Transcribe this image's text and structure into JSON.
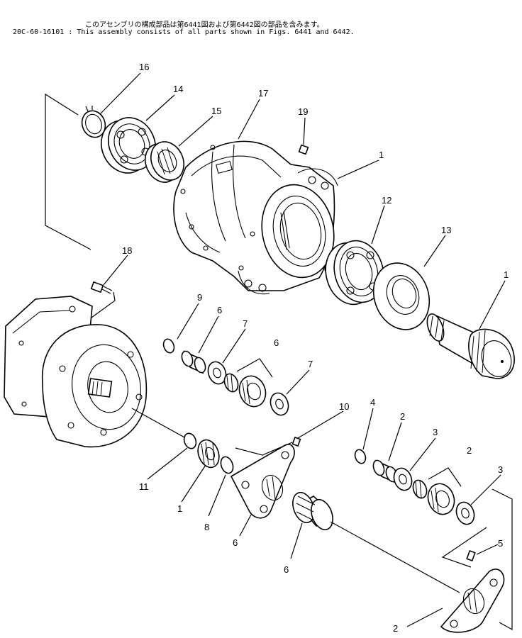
{
  "header": {
    "note_jp": "このアセンブリの構成部品は第6441図および第6442図の部品を含みます。",
    "note_en": "20C-60-16101 : This assembly consists of all parts shown in Figs. 6441 and 6442."
  },
  "callouts": [
    {
      "id": "c16",
      "label": "16"
    },
    {
      "id": "c14",
      "label": "14"
    },
    {
      "id": "c15",
      "label": "15"
    },
    {
      "id": "c17",
      "label": "17"
    },
    {
      "id": "c19",
      "label": "19"
    },
    {
      "id": "c1a",
      "label": "1"
    },
    {
      "id": "c12",
      "label": "12"
    },
    {
      "id": "c13",
      "label": "13"
    },
    {
      "id": "c1b",
      "label": "1"
    },
    {
      "id": "c18",
      "label": "18"
    },
    {
      "id": "c9",
      "label": "9"
    },
    {
      "id": "c6a",
      "label": "6"
    },
    {
      "id": "c7a",
      "label": "7"
    },
    {
      "id": "c6b",
      "label": "6"
    },
    {
      "id": "c7b",
      "label": "7"
    },
    {
      "id": "c10",
      "label": "10"
    },
    {
      "id": "c4",
      "label": "4"
    },
    {
      "id": "c2a",
      "label": "2"
    },
    {
      "id": "c3a",
      "label": "3"
    },
    {
      "id": "c2b",
      "label": "2"
    },
    {
      "id": "c3b",
      "label": "3"
    },
    {
      "id": "c11",
      "label": "11"
    },
    {
      "id": "c1c",
      "label": "1"
    },
    {
      "id": "c8",
      "label": "8"
    },
    {
      "id": "c6c",
      "label": "6"
    },
    {
      "id": "c6d",
      "label": "6"
    },
    {
      "id": "c5",
      "label": "5"
    },
    {
      "id": "c2c",
      "label": "2"
    }
  ]
}
